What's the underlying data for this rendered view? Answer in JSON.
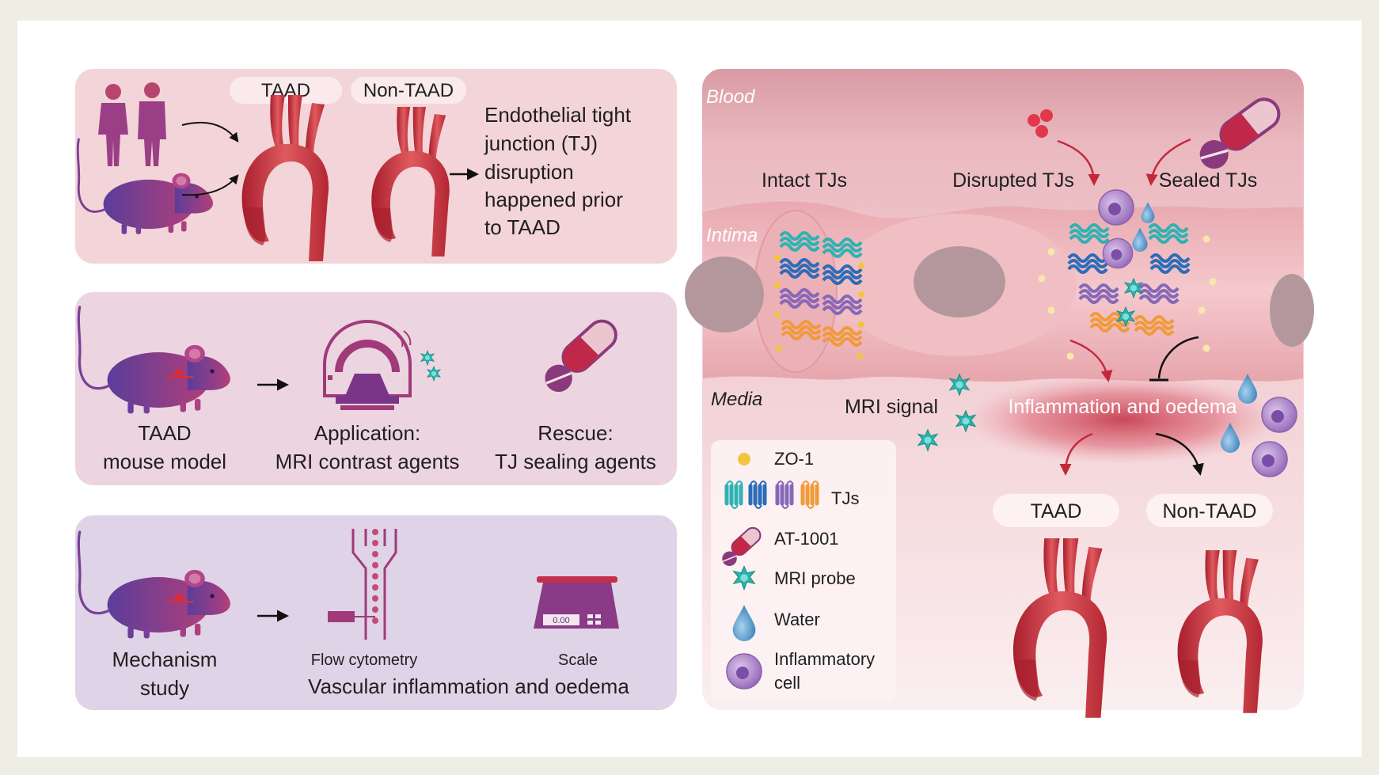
{
  "panel1": {
    "label_taad": "TAAD",
    "label_non_taad": "Non-TAAD",
    "finding_lines": [
      "Endothelial tight",
      "junction (TJ)",
      "disruption",
      "happened prior",
      "to TAAD"
    ]
  },
  "panel2": {
    "model_lines": [
      "TAAD",
      "mouse model"
    ],
    "application_lines": [
      "Application:",
      "MRI contrast agents"
    ],
    "rescue_lines": [
      "Rescue:",
      "TJ sealing agents"
    ]
  },
  "panel3": {
    "mechanism_lines": [
      "Mechanism",
      "study"
    ],
    "flow_label": "Flow cytometry",
    "scale_label": "Scale",
    "scale_display": "0.00",
    "caption": "Vascular inflammation and oedema"
  },
  "right": {
    "blood": "Blood",
    "intima": "Intima",
    "media": "Media",
    "intact": "Intact TJs",
    "disrupted": "Disrupted TJs",
    "sealed": "Sealed TJs",
    "mri_signal": "MRI signal",
    "inflammation": "Inflammation and oedema",
    "taad": "TAAD",
    "non_taad": "Non-TAAD"
  },
  "legend": {
    "zo1": "ZO-1",
    "tjs": "TJs",
    "at1001": "AT-1001",
    "mri_probe": "MRI probe",
    "water": "Water",
    "inflammatory_lines": [
      "Inflammatory",
      "cell"
    ]
  },
  "colors": {
    "aorta_red": "#c4303e",
    "mouse_purple": "#8a3d8e",
    "panel1_bg": "#f3d4d8",
    "panel2_bg": "#ecd4e0",
    "panel3_bg": "#dfd3e7",
    "probe_teal": "#2bb5ad",
    "inflam_cell": "#a77ec4",
    "water_blue": "#4d95c8",
    "zo1_yellow": "#f3c53f"
  }
}
